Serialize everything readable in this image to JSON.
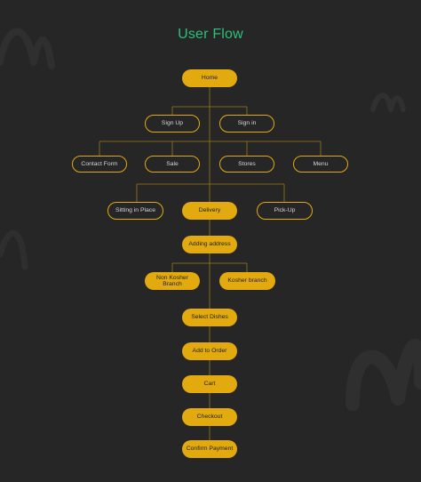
{
  "title": "User Flow",
  "colors": {
    "background": "#262626",
    "accent": "#e2aa0e",
    "title": "#2cc07a",
    "connector": "#9b7a19"
  },
  "nodes": {
    "home": "Home",
    "sign_up": "Sign Up",
    "sign_in": "Sign in",
    "contact_form": "Contact Form",
    "sale": "Sale",
    "stores": "Stores",
    "menu": "Menu",
    "sitting_in_place": "Sitting in Place",
    "delivery": "Delivery",
    "pick_up": "Pick-Up",
    "adding_address": "Adding address",
    "non_kosher_branch": "Non Kosher Branch",
    "kosher_branch": "Kosher branch",
    "select_dishes": "Select Dishes",
    "add_to_order": "Add to Order",
    "cart": "Cart",
    "checkout": "Checkout",
    "confirm_payment": "Confirm Payment"
  }
}
